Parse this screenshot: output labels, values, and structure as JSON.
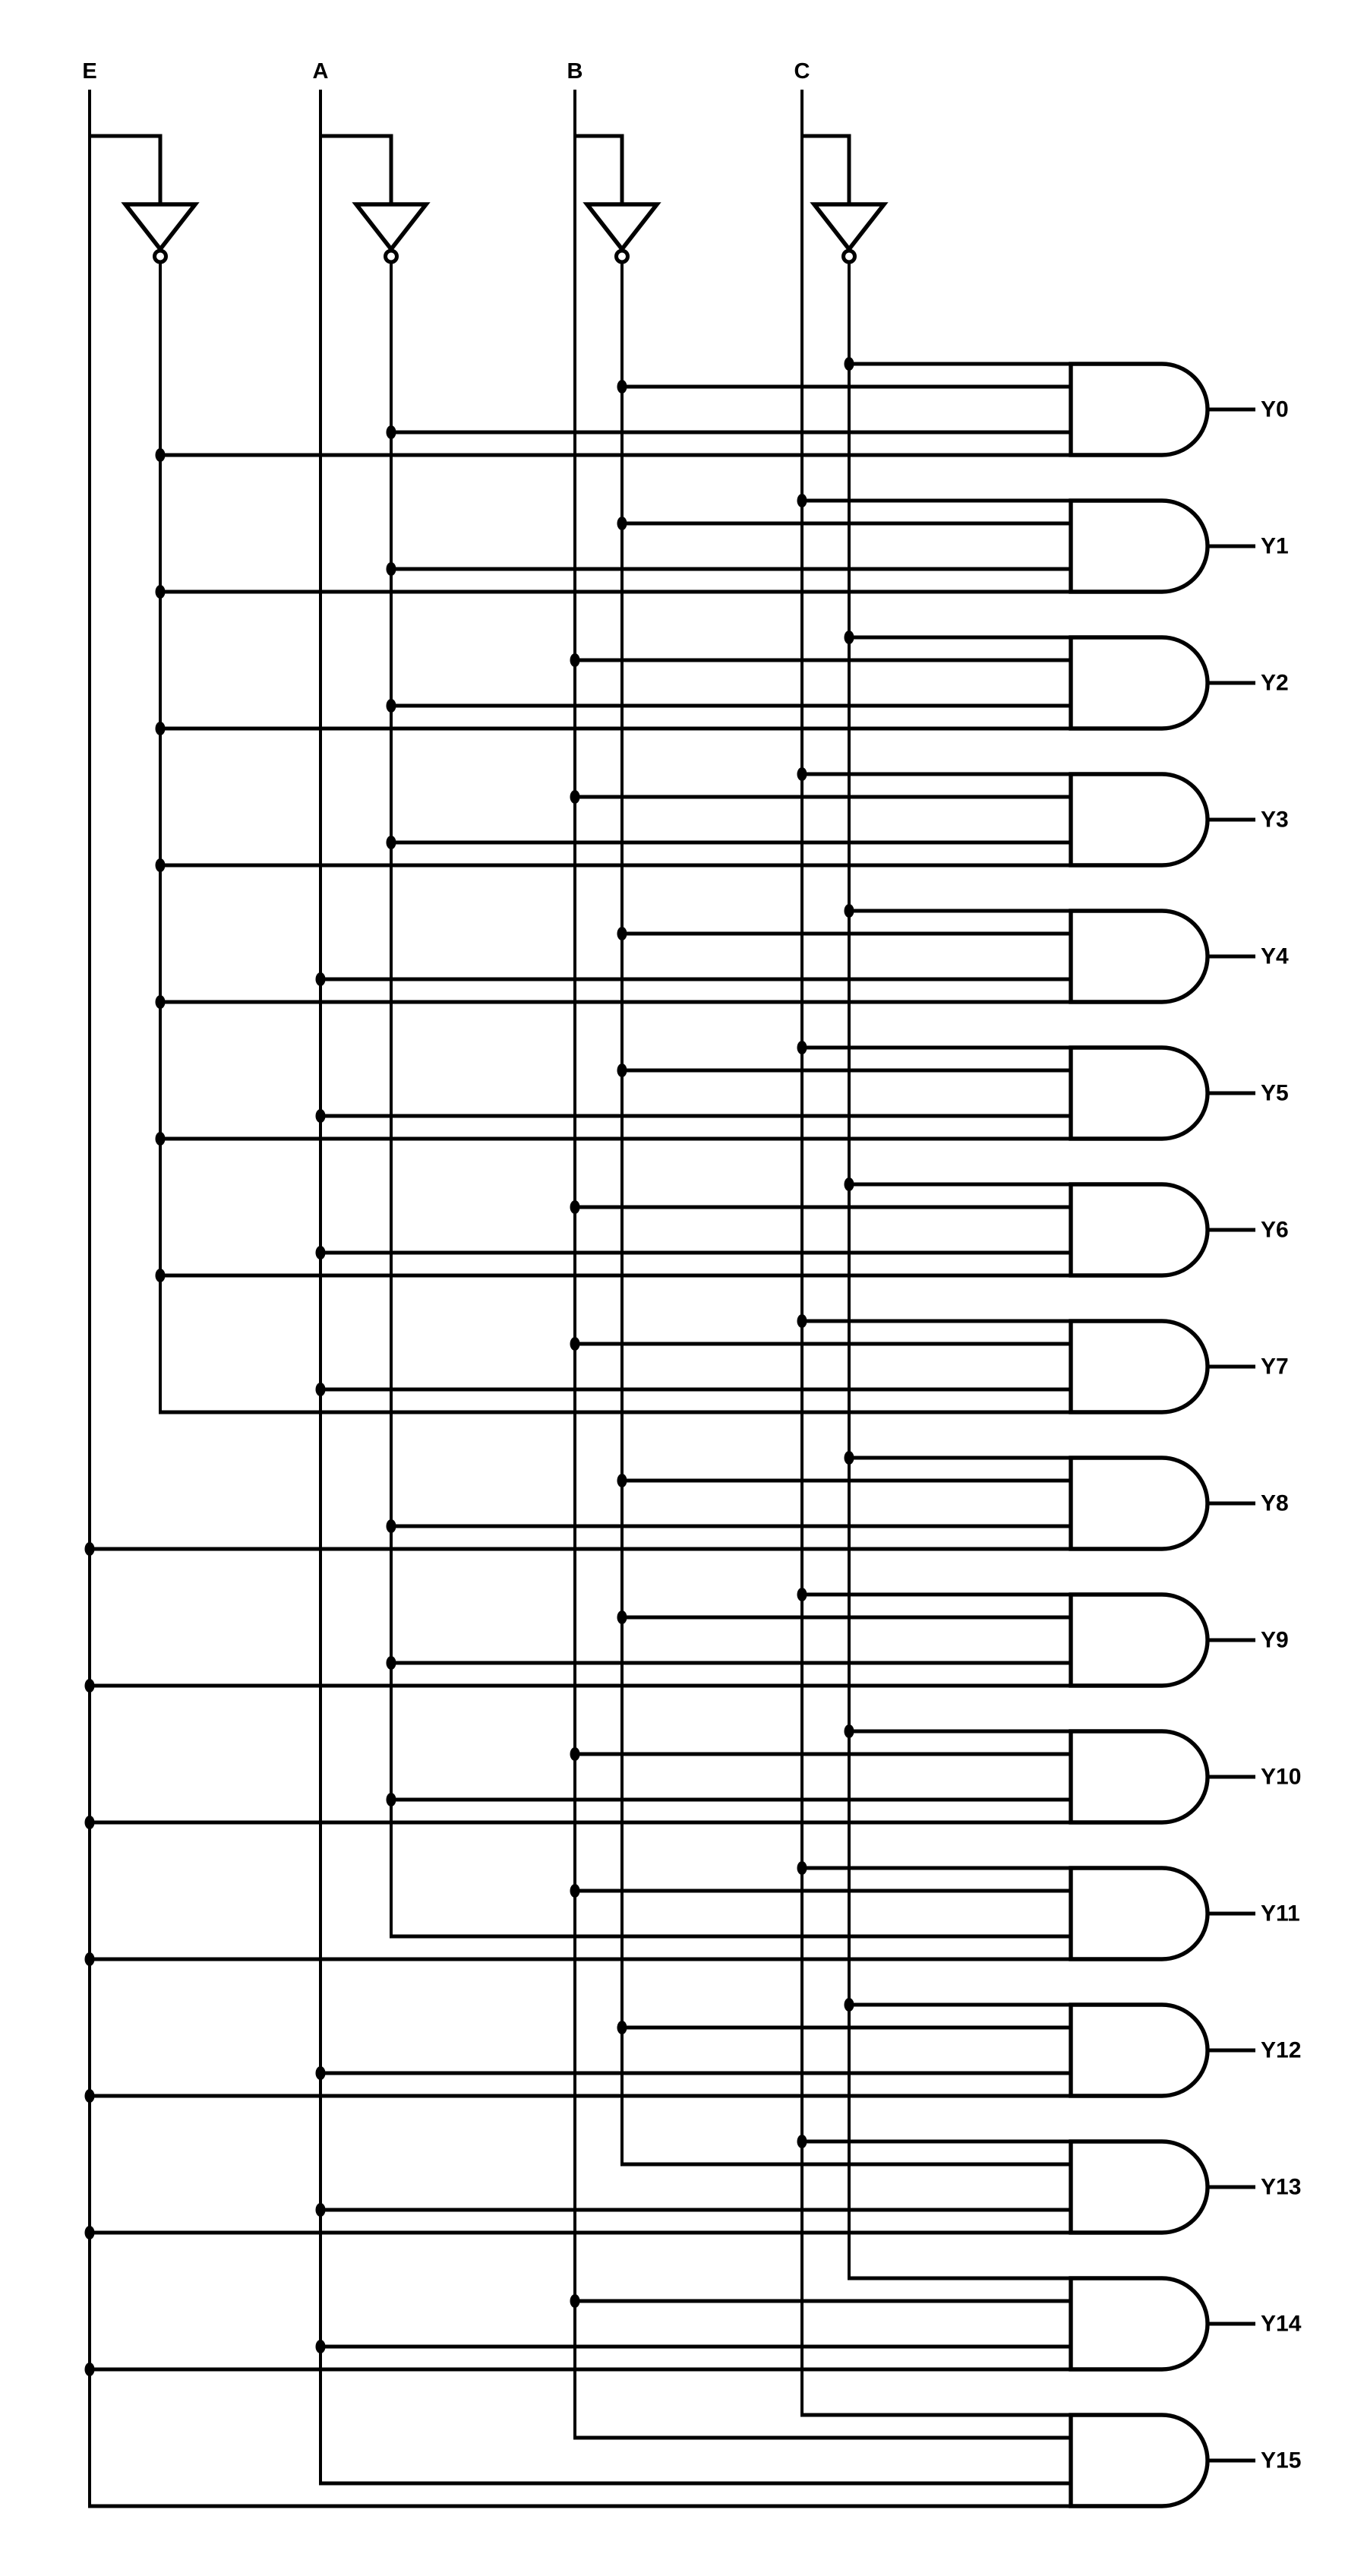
{
  "circuit": {
    "kind": "4-to-16 decoder logic schematic",
    "colors": {
      "line": "#000000",
      "background": "#ffffff"
    },
    "inputs": [
      {
        "label": "E"
      },
      {
        "label": "A"
      },
      {
        "label": "B"
      },
      {
        "label": "C"
      }
    ],
    "inverter_count": 4,
    "gates": [
      {
        "label": "Y0",
        "inputs": [
          "C'",
          "B'",
          "A'",
          "E'"
        ]
      },
      {
        "label": "Y1",
        "inputs": [
          "C",
          "B'",
          "A'",
          "E'"
        ]
      },
      {
        "label": "Y2",
        "inputs": [
          "C'",
          "B",
          "A'",
          "E'"
        ]
      },
      {
        "label": "Y3",
        "inputs": [
          "C",
          "B",
          "A'",
          "E'"
        ]
      },
      {
        "label": "Y4",
        "inputs": [
          "C'",
          "B'",
          "A",
          "E'"
        ]
      },
      {
        "label": "Y5",
        "inputs": [
          "C",
          "B'",
          "A",
          "E'"
        ]
      },
      {
        "label": "Y6",
        "inputs": [
          "C'",
          "B",
          "A",
          "E'"
        ]
      },
      {
        "label": "Y7",
        "inputs": [
          "C",
          "B",
          "A",
          "E'"
        ]
      },
      {
        "label": "Y8",
        "inputs": [
          "C'",
          "B'",
          "A'",
          "E"
        ]
      },
      {
        "label": "Y9",
        "inputs": [
          "C",
          "B'",
          "A'",
          "E"
        ]
      },
      {
        "label": "Y10",
        "inputs": [
          "C'",
          "B",
          "A'",
          "E"
        ]
      },
      {
        "label": "Y11",
        "inputs": [
          "C",
          "B",
          "A'",
          "E"
        ]
      },
      {
        "label": "Y12",
        "inputs": [
          "C'",
          "B'",
          "A",
          "E"
        ]
      },
      {
        "label": "Y13",
        "inputs": [
          "C",
          "B'",
          "A",
          "E"
        ]
      },
      {
        "label": "Y14",
        "inputs": [
          "C'",
          "B",
          "A",
          "E"
        ]
      },
      {
        "label": "Y15",
        "inputs": [
          "C",
          "B",
          "A",
          "E"
        ]
      }
    ]
  }
}
